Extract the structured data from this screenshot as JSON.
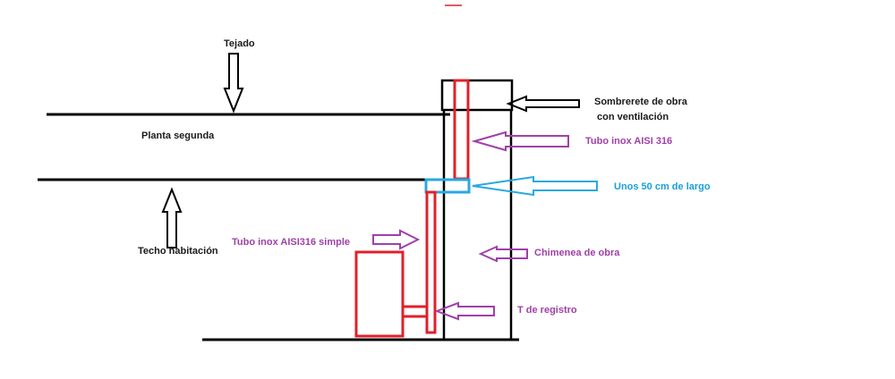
{
  "colors": {
    "line": "#000000",
    "pipe": "#e0202a",
    "adapter": "#29a8e0",
    "annotation_purple": "#a040a8",
    "annotation_blue": "#1a9ed8"
  },
  "labels": {
    "tejado": "Tejado",
    "planta_segunda": "Planta segunda",
    "techo_habitacion": "Techo habitación",
    "sombrerete_line1": "Sombrerete de obra",
    "sombrerete_line2": "con ventilación",
    "tubo_inox_316": "Tubo inox AISI 316",
    "unos_50cm": "Unos 50 cm de largo",
    "tubo_inox_simple": "Tubo inox AISI316 simple",
    "chimenea_obra": "Chimenea de obra",
    "t_registro": "T de registro"
  }
}
